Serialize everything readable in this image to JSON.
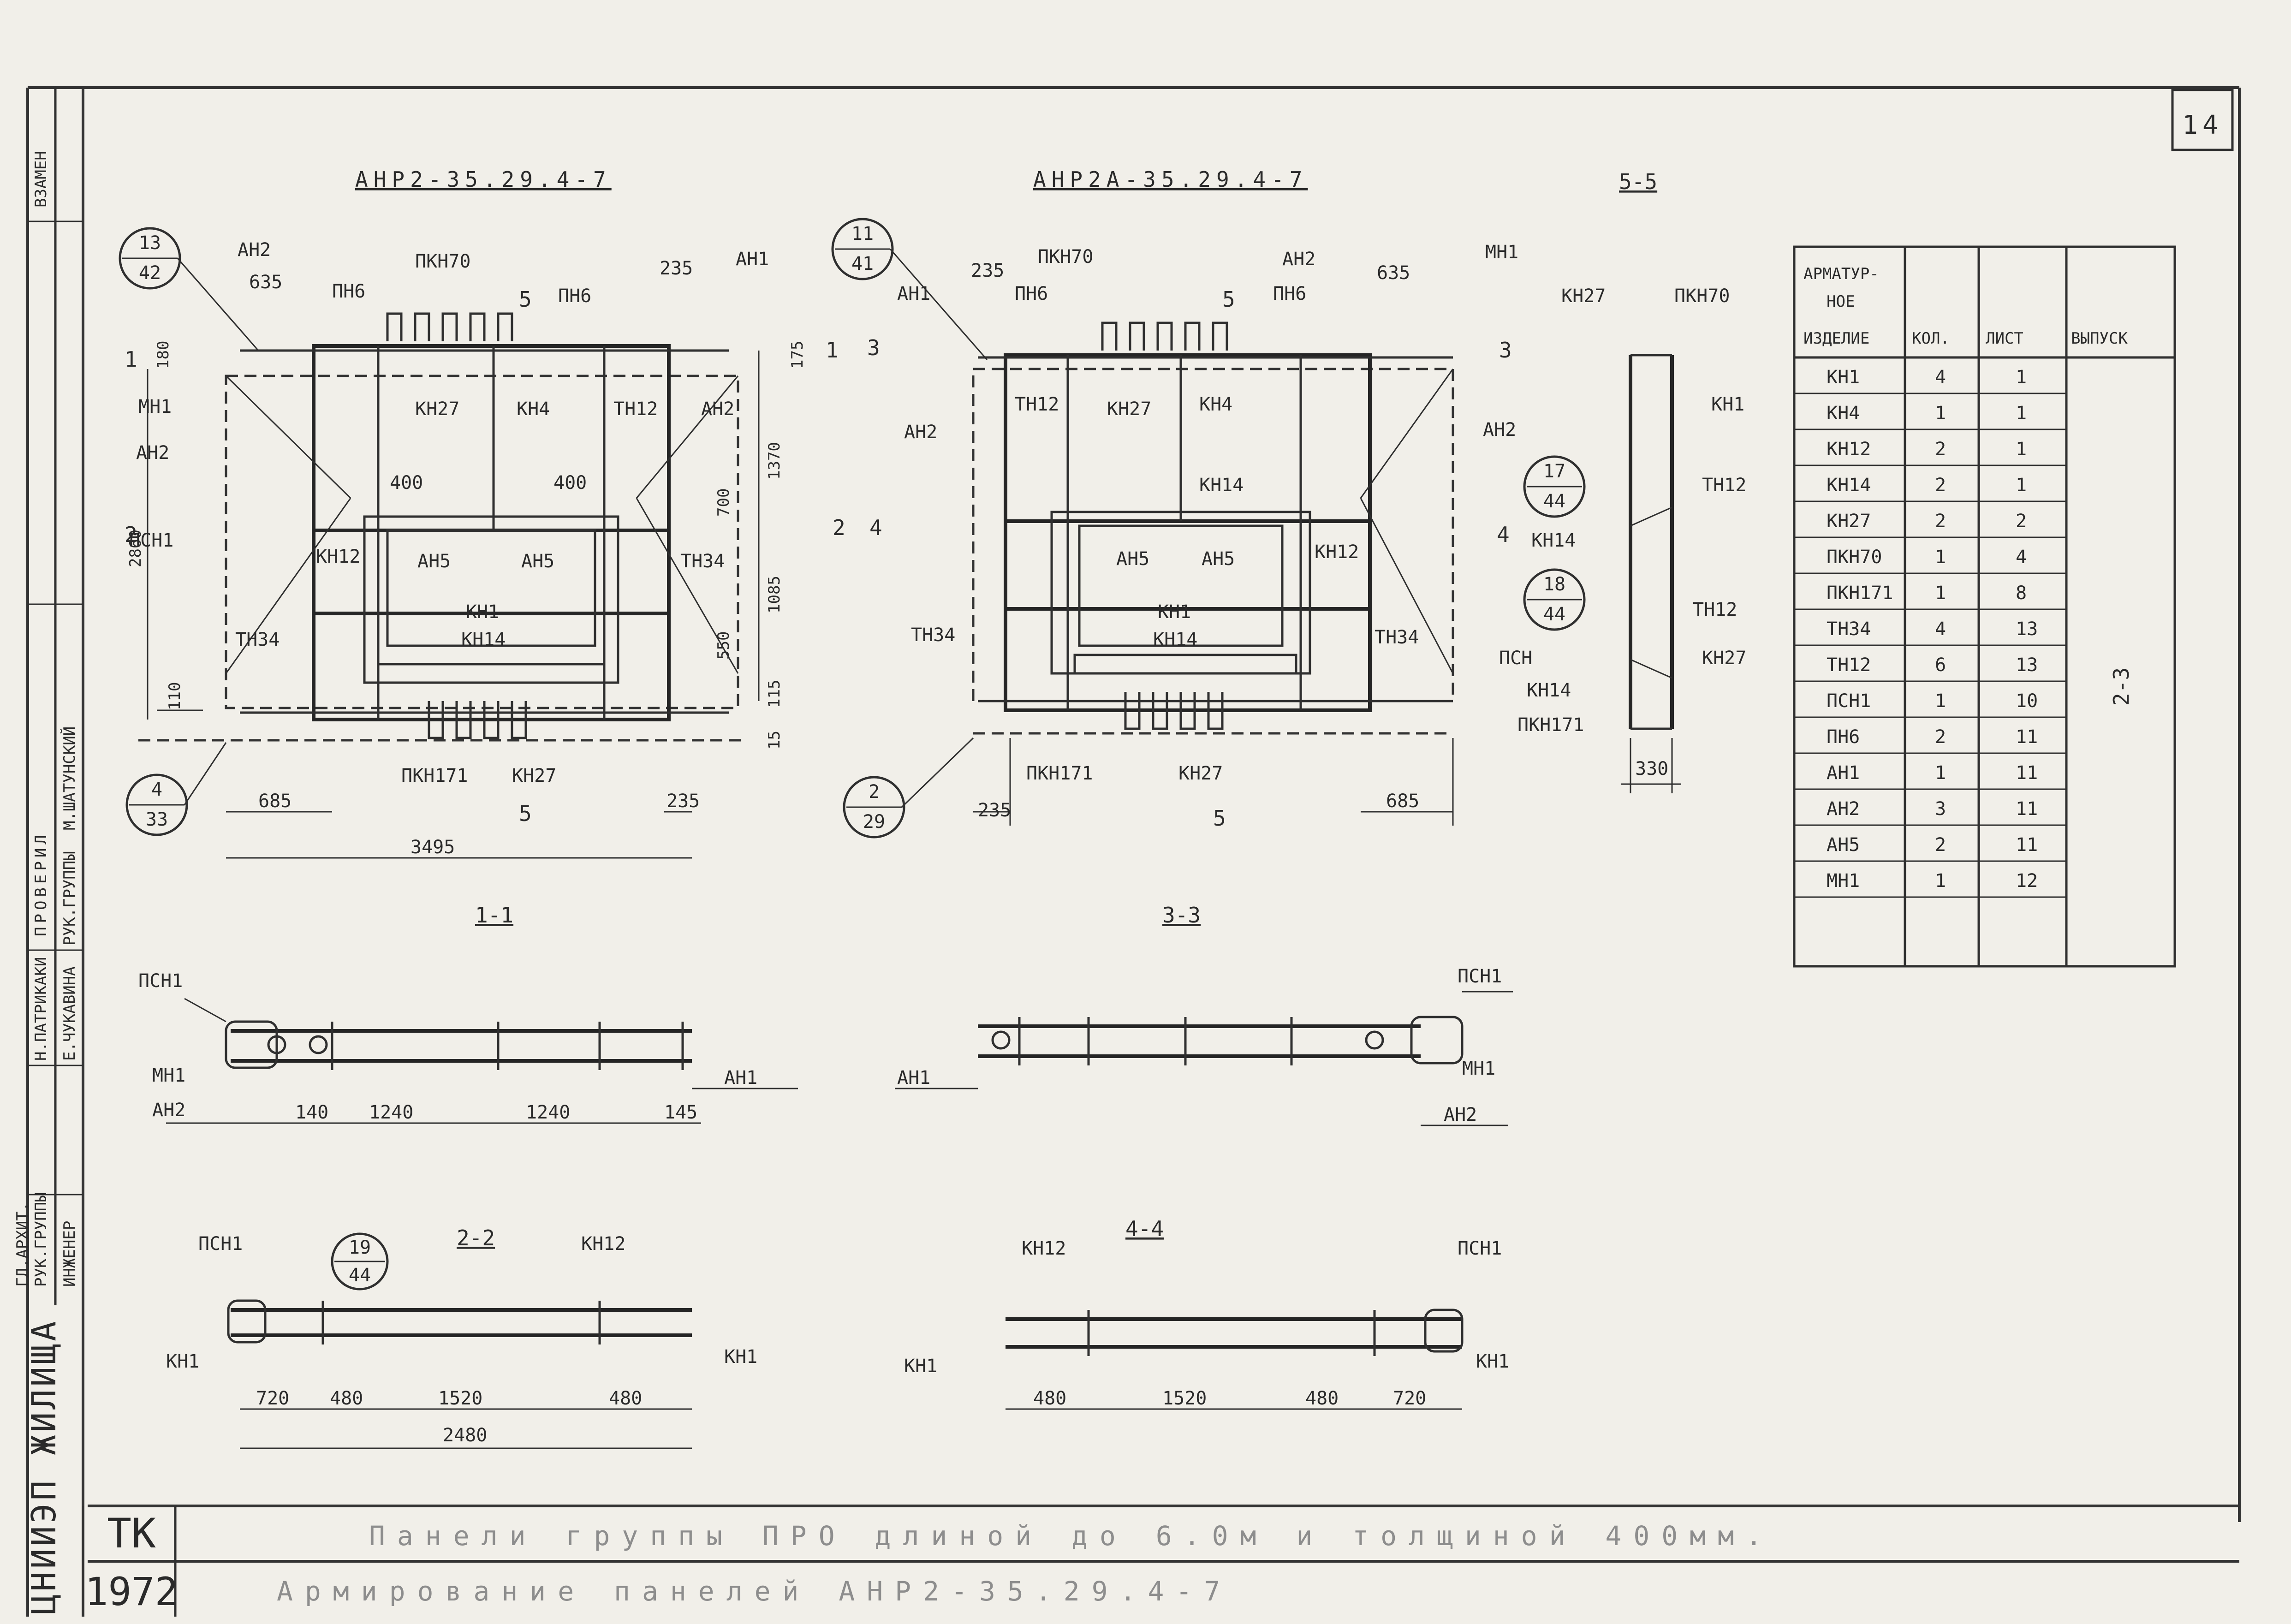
{
  "sheet": {
    "sheet_number": "14",
    "side_stamp": {
      "top_label": "ВЗАМЕН",
      "checked_label": "ПРОВЕРИЛ",
      "checker_name": "М.ШАТУНСКИЙ",
      "roles": [
        "ГЛ.АРХИТ.",
        "РУК.ГРУППЫ",
        "ИНЖЕНЕР"
      ],
      "group_lead_role": "РУК.ГРУППЫ",
      "names": [
        "Н.ПАТРИКАКИ",
        "Е.ЧУКАВИНА"
      ],
      "institute": "ЦНИИЭП ЖИЛИЩА"
    },
    "footer": {
      "series_code": "ТК",
      "year": "1972",
      "title_line_1": "Панели группы ПРО длиной до 6.0м и толщиной 400мм.",
      "title_line_2": "Армирование панелей АНР2-35.29.4-7"
    }
  },
  "views": {
    "left": {
      "title": "АНР2-35.29.4-7",
      "callouts": [
        {
          "num": "13",
          "den": "42"
        },
        {
          "num": "4",
          "den": "33"
        }
      ],
      "labels": [
        "АН2",
        "635",
        "ПКН70",
        "ПН6",
        "235",
        "АН1",
        "ПН6",
        "МН1",
        "АН2",
        "КН27",
        "КН4",
        "ТН12",
        "АН2",
        "400",
        "400",
        "ПСН1",
        "КН12",
        "АН5",
        "АН5",
        "ТН34",
        "ТН34",
        "КН1",
        "КН14",
        "ПКН171",
        "КН27"
      ],
      "dims": [
        "180",
        "175",
        "1370",
        "700",
        "2860",
        "1085",
        "550",
        "115",
        "110",
        "15",
        "685",
        "235",
        "3495"
      ],
      "section_marks": [
        "5",
        "5",
        "1",
        "1",
        "2",
        "2"
      ]
    },
    "right": {
      "title": "АНР2А-35.29.4-7",
      "callouts": [
        {
          "num": "11",
          "den": "41"
        },
        {
          "num": "2",
          "den": "29"
        }
      ],
      "labels": [
        "АН1",
        "235",
        "ПКН70",
        "ПН6",
        "АН2",
        "ПН6",
        "635",
        "МН1",
        "ТН12",
        "КН27",
        "КН4",
        "АН2",
        "АН2",
        "КН14",
        "АН5",
        "АН5",
        "КН12",
        "ТН34",
        "КН1",
        "КН14",
        "ТН34",
        "ПСН",
        "ПКН171",
        "КН27"
      ],
      "dims": [
        "235",
        "685"
      ],
      "section_marks": [
        "5",
        "5",
        "3",
        "3",
        "4",
        "4"
      ]
    },
    "section_5_5": {
      "title": "5-5",
      "callouts": [
        {
          "num": "17",
          "den": "44"
        },
        {
          "num": "18",
          "den": "44"
        }
      ],
      "labels": [
        "КН27",
        "ПКН70",
        "КН1",
        "ТН12",
        "КН14",
        "ТН12",
        "КН27",
        "КН14",
        "ПКН171"
      ],
      "dims": [
        "330"
      ]
    },
    "section_1_1": {
      "title": "1-1",
      "labels": [
        "ПСН1",
        "МН1",
        "АН2",
        "АН1"
      ],
      "dims": [
        "140",
        "1240",
        "1240",
        "145"
      ]
    },
    "section_3_3": {
      "title": "3-3",
      "labels": [
        "ПСН1",
        "АН1",
        "МН1",
        "АН2"
      ]
    },
    "section_2_2": {
      "title": "2-2",
      "callouts": [
        {
          "num": "19",
          "den": "44"
        }
      ],
      "labels": [
        "ПСН1",
        "КН12",
        "КН1",
        "КН1"
      ],
      "dims": [
        "720",
        "480",
        "1520",
        "480",
        "2480"
      ]
    },
    "section_4_4": {
      "title": "4-4",
      "labels": [
        "КН12",
        "ПСН1",
        "КН1",
        "КН1"
      ],
      "dims": [
        "480",
        "1520",
        "480",
        "720"
      ]
    }
  },
  "spec_table": {
    "headers": [
      "АРМАТУР-НОЕ ИЗДЕЛИЕ",
      "КОЛ.",
      "ЛИСТ",
      "ВЫПУСК"
    ],
    "rows": [
      [
        "КН1",
        "4",
        "1"
      ],
      [
        "КН4",
        "1",
        "1"
      ],
      [
        "КН12",
        "2",
        "1"
      ],
      [
        "КН14",
        "2",
        "1"
      ],
      [
        "КН27",
        "2",
        "2"
      ],
      [
        "ПКН70",
        "1",
        "4"
      ],
      [
        "ПКН171",
        "1",
        "8"
      ],
      [
        "ТН34",
        "4",
        "13"
      ],
      [
        "ТН12",
        "6",
        "13"
      ],
      [
        "ПСН1",
        "1",
        "10"
      ],
      [
        "ПН6",
        "2",
        "11"
      ],
      [
        "АН1",
        "1",
        "11"
      ],
      [
        "АН2",
        "3",
        "11"
      ],
      [
        "АН5",
        "2",
        "11"
      ],
      [
        "МН1",
        "1",
        "12"
      ]
    ],
    "issue": "2-3"
  }
}
